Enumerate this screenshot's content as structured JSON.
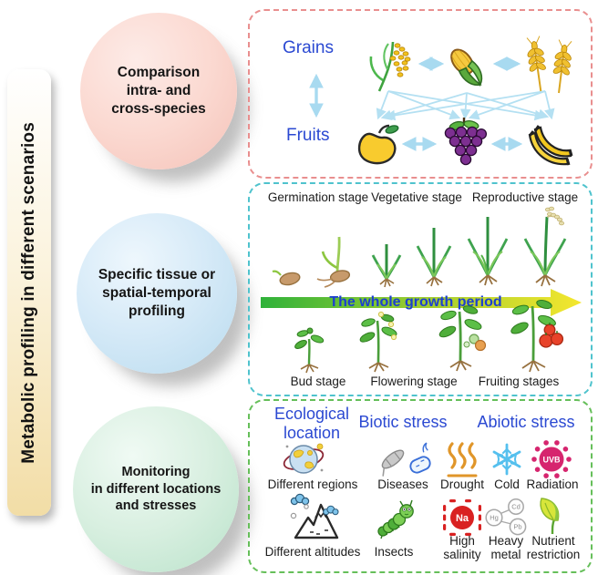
{
  "sidebar": {
    "title": "Metabolic profiling in different scenarios"
  },
  "bubbles": [
    {
      "label": "Comparison\nintra- and\ncross-species"
    },
    {
      "label": "Specific tissue or\nspatial-temporal\nprofiling"
    },
    {
      "label": "Monitoring\nin different locations\nand stresses"
    }
  ],
  "species_panel": {
    "grains_label": "Grains",
    "fruits_label": "Fruits",
    "grain_icons": [
      "rice",
      "corn",
      "wheat"
    ],
    "fruit_icons": [
      "mango",
      "grapes",
      "banana"
    ]
  },
  "growth_panel": {
    "top_stage_labels": [
      "Germination stage",
      "Vegetative stage",
      "Reproductive stage"
    ],
    "arrow_label": "The whole growth period",
    "bottom_stage_labels": [
      "Bud stage",
      "Flowering stage",
      "Fruiting stages"
    ]
  },
  "monitoring_panel": {
    "headers": [
      "Ecological\nlocation",
      "Biotic stress",
      "Abiotic stress"
    ],
    "row1_labels": [
      "Different regions",
      "Diseases",
      "Drought",
      "Cold",
      "Radiation"
    ],
    "row2_labels": [
      "Different altitudes",
      "Insects",
      "High\nsalinity",
      "Heavy\nmetal",
      "Nutrient\nrestriction"
    ],
    "badges": {
      "uvb": "UVB",
      "na": "Na",
      "hg": "Hg",
      "cd": "Cd",
      "pb": "Pb"
    }
  },
  "colors": {
    "accent_blue": "#2b49d2",
    "species_border": "#e98f8f",
    "growth_border": "#4fc3cd",
    "monitoring_border": "#66bf5a",
    "connector_blue": "#a8daf0"
  }
}
